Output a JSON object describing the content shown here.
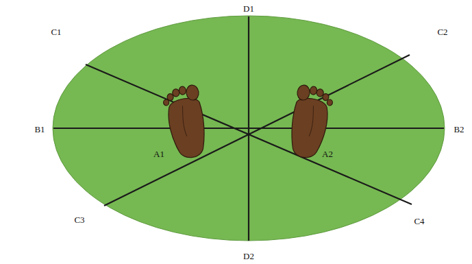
{
  "diagram": {
    "labels": [
      "D1",
      "C1",
      "C2",
      "B1",
      "B2",
      "A1",
      "A2",
      "C3",
      "C4",
      "D2"
    ]
  }
}
